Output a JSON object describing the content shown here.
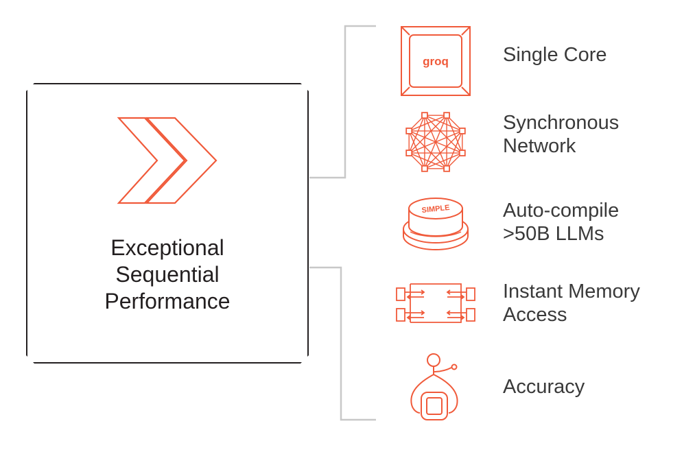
{
  "main": {
    "title_lines": [
      "Exceptional",
      "Sequential",
      "Performance"
    ]
  },
  "colors": {
    "accent": "#f05a3a",
    "border": "#231f20",
    "connector": "#c8c8c8",
    "text": "#3a3a3a"
  },
  "features": [
    {
      "icon": "chip-icon",
      "logo_text": "groq",
      "lines": [
        "Single Core"
      ]
    },
    {
      "icon": "network-mesh-icon",
      "lines": [
        "Synchronous",
        "Network"
      ]
    },
    {
      "icon": "simple-button-icon",
      "button_text": "SIMPLE",
      "lines": [
        "Auto-compile",
        ">50B LLMs"
      ]
    },
    {
      "icon": "memory-access-icon",
      "lines": [
        "Instant Memory",
        "Access"
      ]
    },
    {
      "icon": "accuracy-icon",
      "lines": [
        "Accuracy"
      ]
    }
  ]
}
